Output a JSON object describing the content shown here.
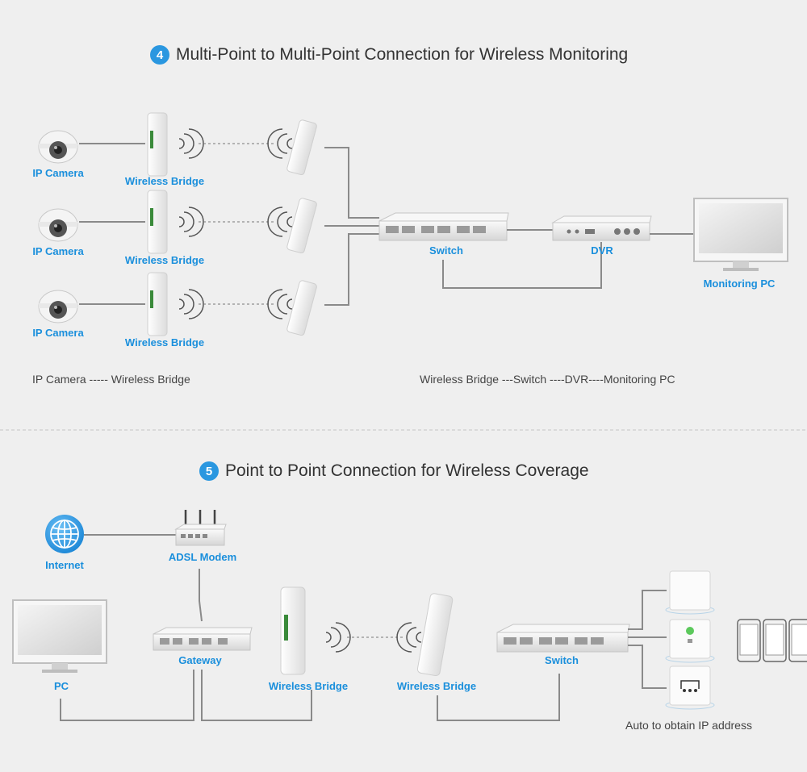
{
  "section4": {
    "number": "4",
    "title": "Multi-Point to Multi-Point Connection for Wireless Monitoring",
    "ip_camera_labels": [
      "IP Camera",
      "IP Camera",
      "IP Camera"
    ],
    "bridge_labels": [
      "Wireless Bridge",
      "Wireless Bridge",
      "Wireless Bridge"
    ],
    "switch_label": "Switch",
    "dvr_label": "DVR",
    "monitoring_pc_label": "Monitoring PC",
    "caption_left": "IP Camera ----- Wireless Bridge",
    "caption_right": "Wireless Bridge ---Switch ----DVR----Monitoring PC"
  },
  "section5": {
    "number": "5",
    "title": "Point to Point Connection for Wireless Coverage",
    "internet_label": "Internet",
    "modem_label": "ADSL Modem",
    "pc_label": "PC",
    "gateway_label": "Gateway",
    "bridge_left_label": "Wireless Bridge",
    "bridge_right_label": "Wireless Bridge",
    "switch_label": "Switch",
    "caption_ip": "Auto to obtain IP address"
  },
  "colors": {
    "accent": "#2a97e0",
    "label": "#1a8fdc",
    "background": "#efefef",
    "cable": "#8a8a8a"
  }
}
